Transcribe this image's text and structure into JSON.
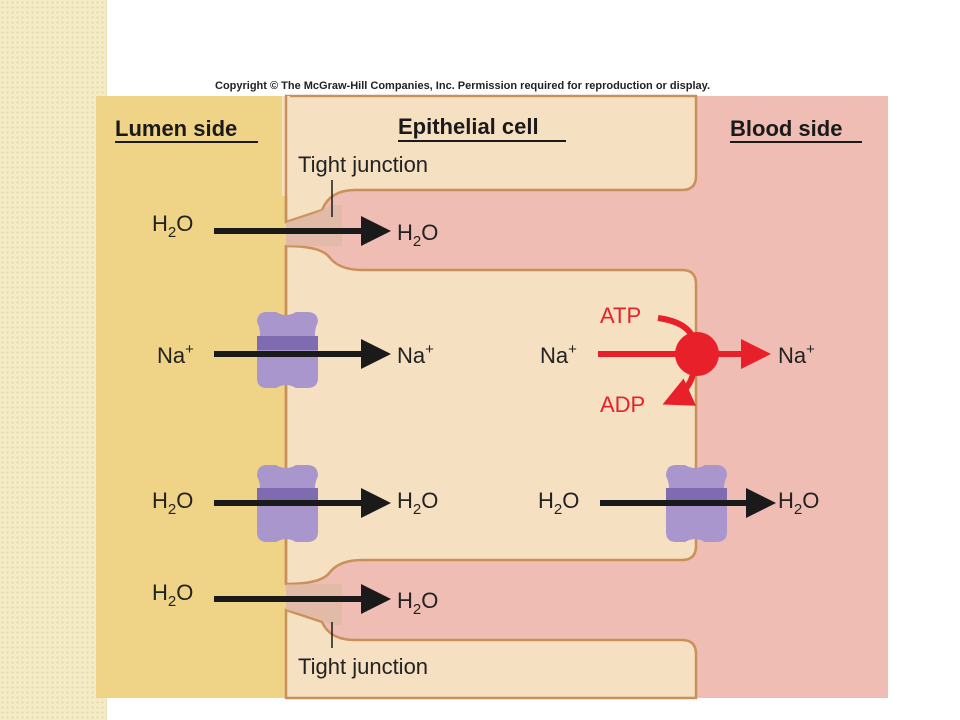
{
  "copyright": "Copyright © The McGraw-Hill Companies, Inc. Permission required for reproduction or display.",
  "regions": {
    "lumen": "Lumen side",
    "cell": "Epithelial cell",
    "blood": "Blood side"
  },
  "tight_junction_label": "Tight junction",
  "molecules": {
    "water_prefix": "H",
    "water_subscript": "2",
    "water_suffix": "O",
    "sodium_prefix": "Na",
    "sodium_superscript": "+"
  },
  "atp": "ATP",
  "adp": "ADP",
  "colors": {
    "lumen": "#efd386",
    "cell": "#f6e0c2",
    "blood": "#efbdb3",
    "membrane": "#c9905a",
    "channel": "#a896cc",
    "channel_dark": "#7f6cb0",
    "arrow": "#1b1a1a",
    "pump": "#e8202a"
  }
}
